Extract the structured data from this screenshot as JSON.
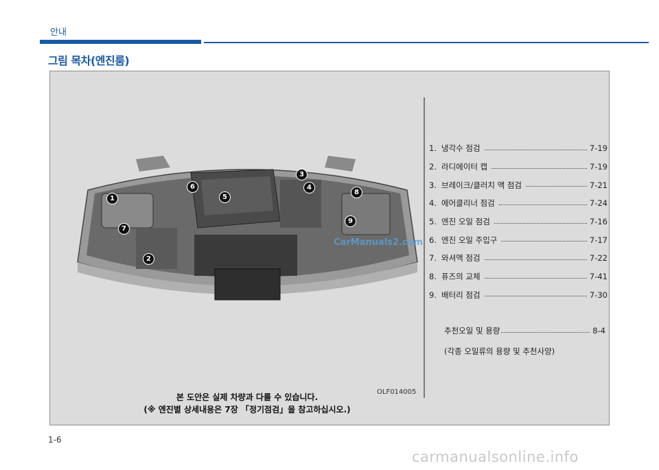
{
  "header": {
    "section": "안내",
    "title": "그림 목차(엔진룸)"
  },
  "figure": {
    "code": "OLF014005",
    "caption_line1": "본 도안은 실제 차량과 다를 수 있습니다.",
    "caption_line2": "(※ 엔진별 상세내용은 7장 「정기점검」을 참고하십시오.)",
    "watermark": "CarManuals2.com",
    "callouts": [
      "1",
      "2",
      "3",
      "4",
      "5",
      "6",
      "7",
      "8",
      "9"
    ]
  },
  "toc": {
    "items": [
      {
        "num": "1.",
        "label": "냉각수 점검",
        "page": "7-19"
      },
      {
        "num": "2.",
        "label": "라디에이터 캡",
        "page": "7-19"
      },
      {
        "num": "3.",
        "label": "브레이크/클러치 액 점검",
        "page": "7-21"
      },
      {
        "num": "4.",
        "label": "에어클리너 점검",
        "page": "7-24"
      },
      {
        "num": "5.",
        "label": "엔진 오일 점검",
        "page": "7-16"
      },
      {
        "num": "6.",
        "label": "엔진 오일 주입구",
        "page": "7-17"
      },
      {
        "num": "7.",
        "label": "와셔액 점검",
        "page": "7-22"
      },
      {
        "num": "8.",
        "label": "퓨즈의 교체",
        "page": "7-41"
      },
      {
        "num": "9.",
        "label": "배터리 점검",
        "page": "7-30"
      }
    ],
    "extra_label": "추천오일 및 용량",
    "extra_page": "8-4",
    "extra_sub": "(각종 오일류의 용량 및 추천사양)"
  },
  "footer": {
    "page_number": "1-6",
    "site_watermark": "carmanualsonline.info"
  },
  "colors": {
    "accent": "#1a5aa6",
    "panel": "#dcdcdc"
  }
}
